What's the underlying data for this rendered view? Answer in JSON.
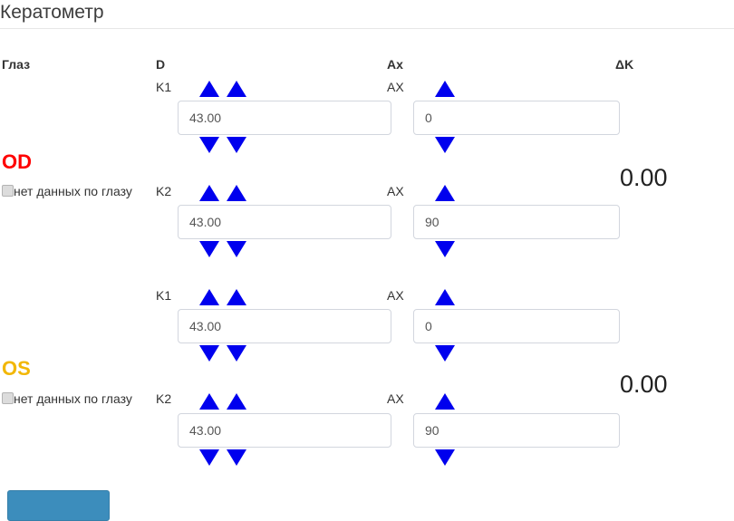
{
  "page": {
    "title": "Кератометр"
  },
  "headers": {
    "eye": "Глаз",
    "d": "D",
    "ax": "Ax",
    "delta_k": "ΔK"
  },
  "colors": {
    "od": "#ff0000",
    "os": "#f2b705",
    "arrow": "#0000ee",
    "button": "#3c8dbc",
    "input_border": "#d2d6de"
  },
  "eyes": [
    {
      "code": "OD",
      "no_data_label": "нет данных по глазу",
      "no_data_checked": false,
      "delta_k": "0.00",
      "rows": [
        {
          "k_label": "K1",
          "ax_label": "AX",
          "d_value": "43.00",
          "ax_value": "0"
        },
        {
          "k_label": "K2",
          "ax_label": "AX",
          "d_value": "43.00",
          "ax_value": "90"
        }
      ]
    },
    {
      "code": "OS",
      "no_data_label": "нет данных по глазу",
      "no_data_checked": false,
      "delta_k": "0.00",
      "rows": [
        {
          "k_label": "K1",
          "ax_label": "AX",
          "d_value": "43.00",
          "ax_value": "0"
        },
        {
          "k_label": "K2",
          "ax_label": "AX",
          "d_value": "43.00",
          "ax_value": "90"
        }
      ]
    }
  ],
  "footer": {
    "save_label": ""
  }
}
